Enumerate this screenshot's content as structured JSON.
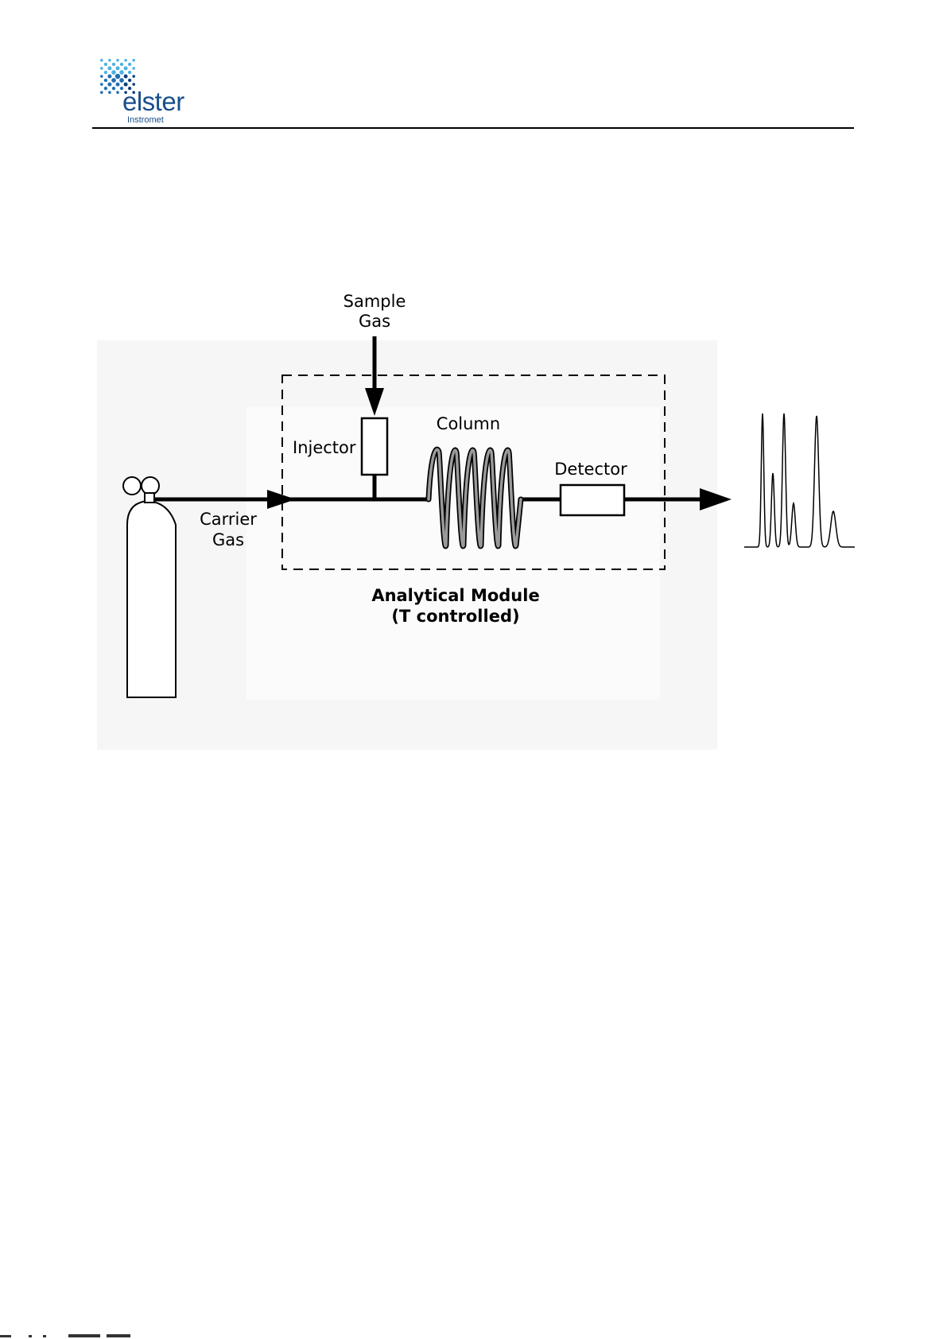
{
  "header": {
    "logo_name": "elster",
    "logo_subname": "Instromet"
  },
  "diagram": {
    "sample_gas": [
      "Sample",
      "Gas"
    ],
    "injector": "Injector",
    "column": "Column",
    "detector": "Detector",
    "carrier_gas": [
      "Carrier",
      "Gas"
    ],
    "module_title": [
      "Analytical Module",
      "(T controlled)"
    ]
  },
  "colors": {
    "logo_blue": "#1f6fb5",
    "logo_cyan": "#4ab3e3",
    "logo_navy": "#0b3f7a",
    "ink": "#000000",
    "coil_gray": "#888888",
    "backdrop": "#f6f6f6"
  }
}
